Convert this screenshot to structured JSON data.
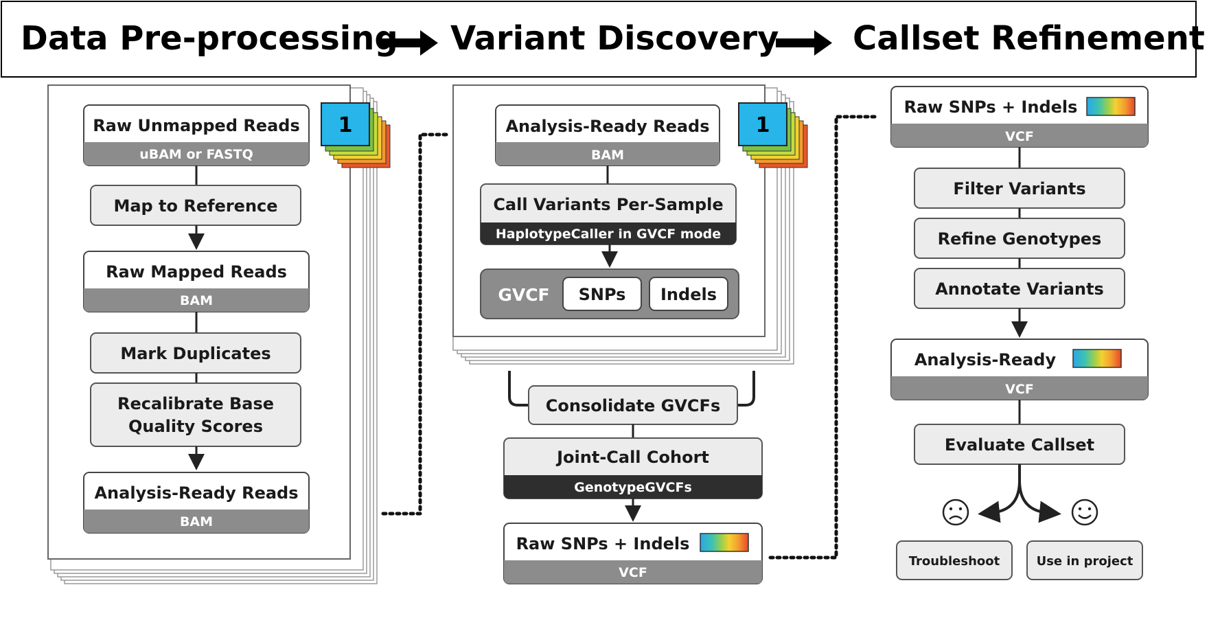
{
  "banner": {
    "stage1": "Data Pre-processing",
    "stage2": "Variant Discovery",
    "stage3": "Callset Refinement"
  },
  "preprocessing": {
    "badge": "1",
    "raw_unmapped": {
      "title": "Raw Unmapped Reads",
      "sub": "uBAM or FASTQ"
    },
    "map_reference": "Map to Reference",
    "raw_mapped": {
      "title": "Raw Mapped Reads",
      "sub": "BAM"
    },
    "mark_duplicates": "Mark Duplicates",
    "recalibrate_line1": "Recalibrate Base",
    "recalibrate_line2": "Quality Scores",
    "analysis_ready": {
      "title": "Analysis-Ready Reads",
      "sub": "BAM"
    }
  },
  "discovery": {
    "badge": "1",
    "analysis_ready": {
      "title": "Analysis-Ready Reads",
      "sub": "BAM"
    },
    "call_variants": {
      "title": "Call Variants Per-Sample",
      "sub": "HaplotypeCaller in GVCF mode"
    },
    "gvcf": {
      "label": "GVCF",
      "snps": "SNPs",
      "indels": "Indels"
    },
    "consolidate": "Consolidate GVCFs",
    "joint_call": {
      "title": "Joint-Call Cohort",
      "sub": "GenotypeGVCFs"
    },
    "raw_snps": {
      "title": "Raw SNPs + Indels",
      "sub": "VCF"
    }
  },
  "refinement": {
    "raw_snps": {
      "title": "Raw SNPs + Indels",
      "sub": "VCF"
    },
    "filter_variants": "Filter Variants",
    "refine_genotypes": "Refine Genotypes",
    "annotate_variants": "Annotate Variants",
    "analysis_ready": {
      "title": "Analysis-Ready",
      "sub": "VCF"
    },
    "evaluate_callset": "Evaluate Callset",
    "troubleshoot": "Troubleshoot",
    "use_in_project": "Use in project"
  },
  "colors": {
    "border": "#444444",
    "box_fill": "#ffffff",
    "step_fill": "#ececec",
    "sub_gray": "#8c8c8c",
    "sub_dark": "#2e2e2e",
    "gvcf_fill": "#8c8c8c",
    "badge_blue": "#27b5ea",
    "stack_green": "#7dc142",
    "stack_yellow": "#f5d130",
    "stack_orange": "#f39a2e",
    "stack_red": "#e8582a",
    "stack_lime": "#c6dc3c"
  }
}
